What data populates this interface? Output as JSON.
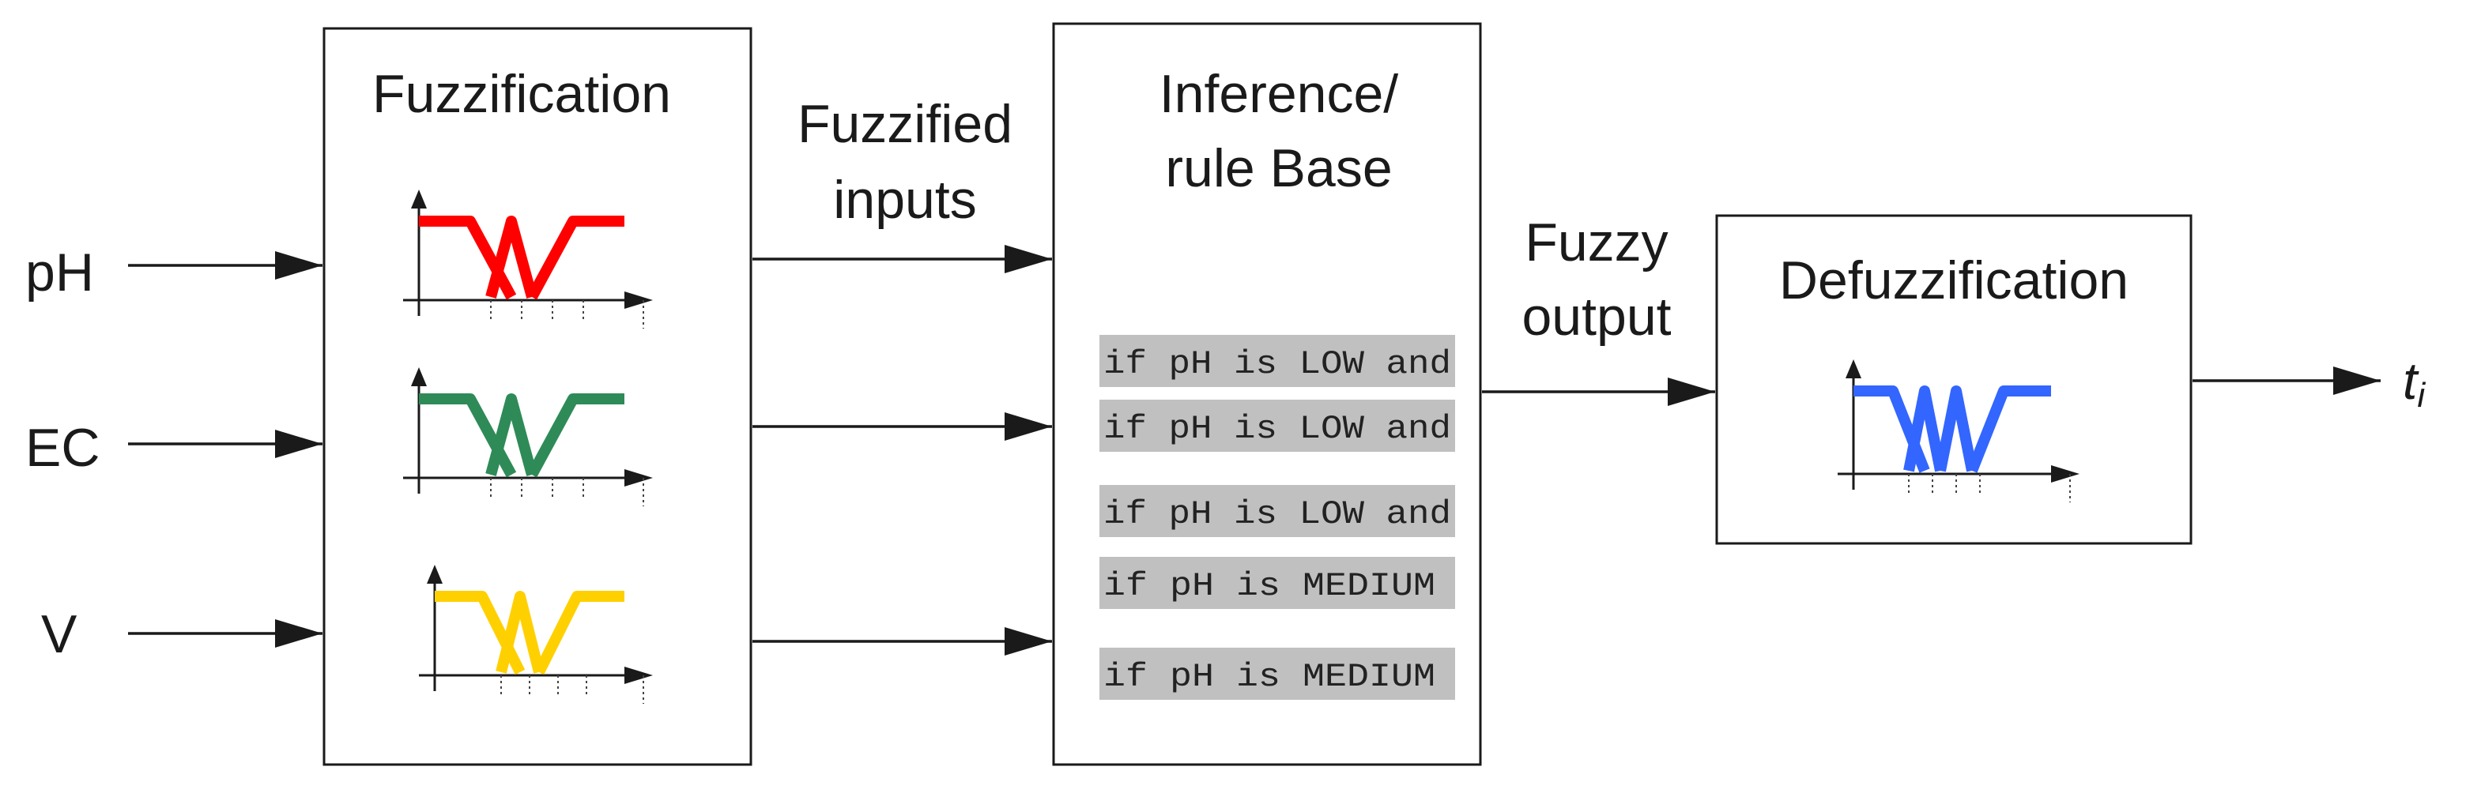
{
  "inputs": [
    {
      "label": "pH",
      "color": "#ff0000"
    },
    {
      "label": "EC",
      "color": "#2e8b57"
    },
    {
      "label": "V",
      "color": "#ffd000"
    }
  ],
  "boxes": {
    "fuzzification": {
      "title": "Fuzzification"
    },
    "inference": {
      "title_line1": "Inference/",
      "title_line2": "rule Base"
    },
    "defuzzification": {
      "title": "Defuzzification",
      "color": "#3366ff"
    }
  },
  "edge_labels": {
    "fuzzified_line1": "Fuzzified",
    "fuzzified_line2": "inputs",
    "fuzzy_line1": "Fuzzy",
    "fuzzy_line2": "output"
  },
  "rules": [
    "if pH is LOW and",
    "if pH is LOW and",
    "if pH is LOW and",
    "if pH is MEDIUM",
    "if pH is MEDIUM"
  ],
  "output": {
    "label": "t",
    "subscript": "i"
  },
  "colors": {
    "rule_bg": "#c0c0c0"
  }
}
